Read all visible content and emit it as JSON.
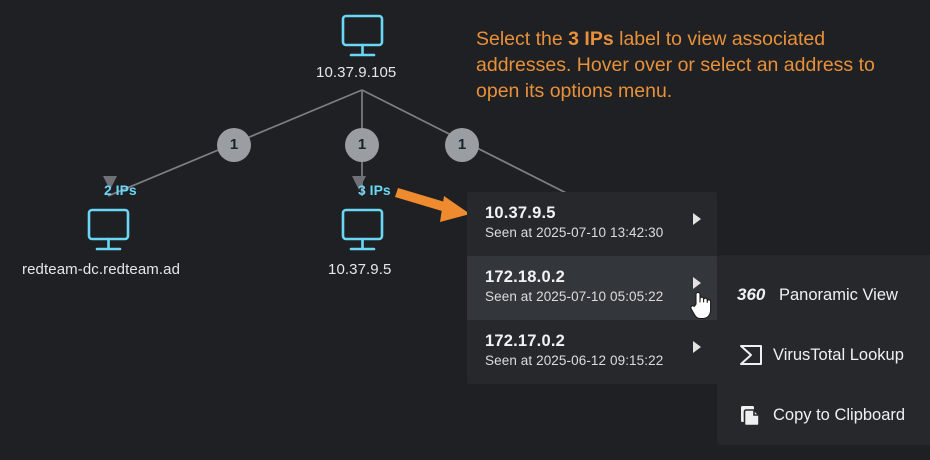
{
  "background_color": "#1e2023",
  "accent_color": "#e8903a",
  "node_icon_color": "#6ad8f5",
  "graph": {
    "root": {
      "icon": "monitor-icon",
      "label": "10.37.9.105"
    },
    "edges": [
      {
        "badge": "1",
        "branch": "left"
      },
      {
        "badge": "1",
        "branch": "middle"
      },
      {
        "badge": "1",
        "branch": "right"
      }
    ],
    "children": [
      {
        "ip_count_label": "2 IPs",
        "icon": "monitor-icon",
        "label": "redteam-dc.redteam.ad"
      },
      {
        "ip_count_label": "3 IPs",
        "icon": "monitor-icon",
        "label": "10.37.9.5"
      }
    ]
  },
  "callout": {
    "part1": "Select the ",
    "highlight": "3 IPs",
    "part2": " label to view associated addresses. Hover over or select an address to open its options menu."
  },
  "ip_panel": {
    "rows": [
      {
        "address": "10.37.9.5",
        "seen": "Seen at 2025-07-10 13:42:30",
        "hovered": false
      },
      {
        "address": "172.18.0.2",
        "seen": "Seen at 2025-07-10 05:05:22",
        "hovered": true
      },
      {
        "address": "172.17.0.2",
        "seen": "Seen at 2025-06-12 09:15:22",
        "hovered": false
      }
    ]
  },
  "context_menu": {
    "items": [
      {
        "icon": "360-icon",
        "label": "Panoramic View",
        "prefix": "360"
      },
      {
        "icon": "virustotal-icon",
        "label": "VirusTotal Lookup",
        "prefix": ""
      },
      {
        "icon": "copy-icon",
        "label": "Copy to Clipboard",
        "prefix": ""
      }
    ]
  }
}
